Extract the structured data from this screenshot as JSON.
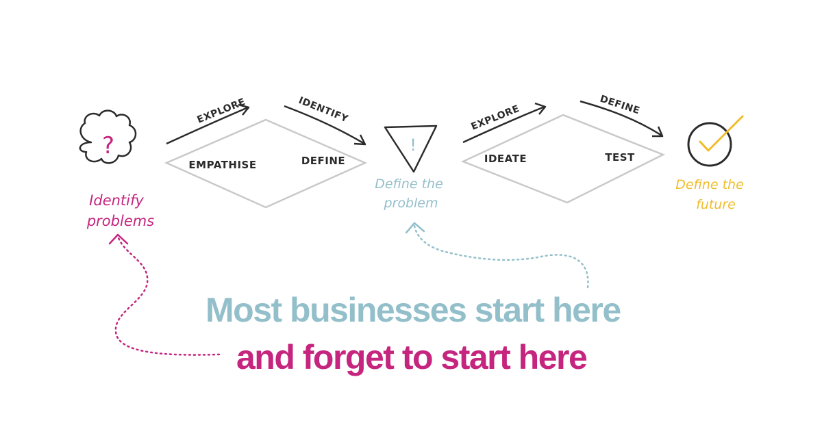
{
  "colors": {
    "ink": "#2b2b2b",
    "diamond": "#c9c9c9",
    "magenta": "#c5257e",
    "teal": "#93bfcb",
    "yellow": "#f0bc2a"
  },
  "stage1": {
    "icon": "question-cloud-icon",
    "glyph": "?",
    "caption_line1": "Identify",
    "caption_line2": "problems"
  },
  "diamond1": {
    "arrow_left": "EXPLORE",
    "arrow_right": "IDENTIFY",
    "phase_left": "EMPATHISE",
    "phase_right": "DEFINE"
  },
  "stage2": {
    "icon": "funnel-icon",
    "glyph": "!",
    "caption_line1": "Define the",
    "caption_line2": "problem"
  },
  "diamond2": {
    "arrow_left": "EXPLORE",
    "arrow_right": "DEFINE",
    "phase_left": "IDEATE",
    "phase_right": "TEST"
  },
  "stage3": {
    "icon": "checkmark-circle-icon",
    "caption_line1": "Define the",
    "caption_line2": "future"
  },
  "headline": {
    "line1": "Most businesses start here",
    "line2": "and forget to start here"
  }
}
